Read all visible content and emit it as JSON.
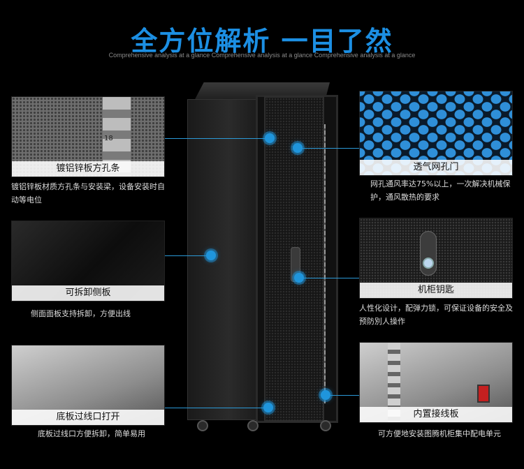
{
  "header": {
    "title": "全方位解析 一目了然",
    "subtitle": "Comprehensive analysis at a glance Comprehensive analysis at a glance Comprehensive analysis at a glance"
  },
  "colors": {
    "accent": "#1c8fe3",
    "background": "#000000"
  },
  "features": [
    {
      "caption": "镀铝锌板方孔条",
      "description": "镀铝锌板材质方孔条与安装梁，设备安装时自动等电位",
      "photo_label": "18"
    },
    {
      "caption": "可拆卸侧板",
      "description": "侧面面板支持拆卸，方便出线"
    },
    {
      "caption": "底板过线口打开",
      "description": "底板过线口方便拆卸，简单易用"
    },
    {
      "caption": "透气网孔门",
      "description": "网孔通风率达75%以上，一次解决机械保护，通风散热的要求"
    },
    {
      "caption": "机柜钥匙",
      "description": "人性化设计，配弹力锁，可保证设备的安全及预防別人操作"
    },
    {
      "caption": "内置接线板",
      "description": "可方便地安装图腾机柜集中配电单元"
    }
  ]
}
